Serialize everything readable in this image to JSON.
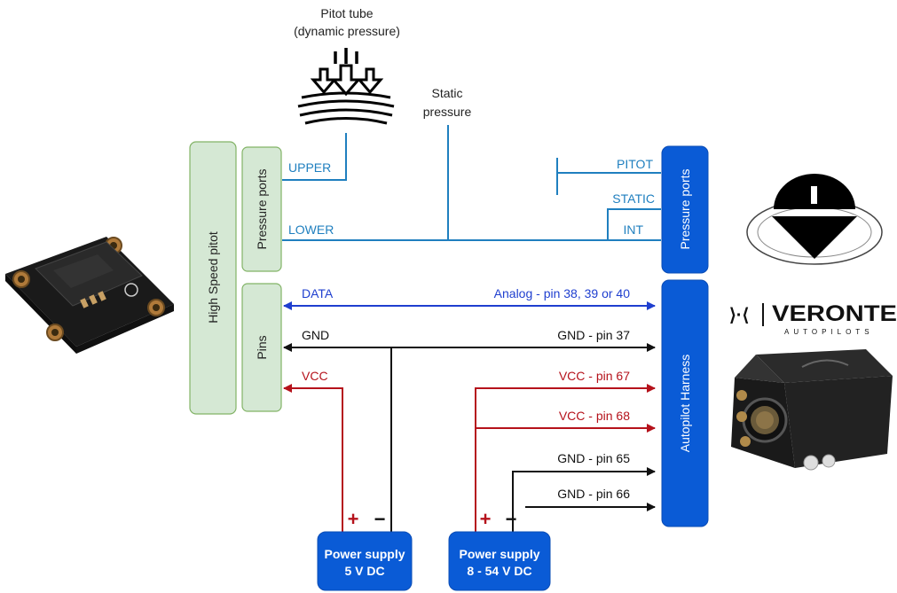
{
  "pitot": {
    "line1": "Pitot tube",
    "line2": "(dynamic pressure)"
  },
  "static_pressure": {
    "line1": "Static",
    "line2": "pressure"
  },
  "sensor": {
    "title": "High Speed pitot",
    "ports_label": "Pressure ports",
    "pins_label": "Pins",
    "upper": "UPPER",
    "lower": "LOWER"
  },
  "autopilot": {
    "ports_label": "Pressure ports",
    "harness_label": "Autopilot Harness",
    "pitot": "PITOT",
    "static": "STATIC",
    "int": "INT"
  },
  "signals": {
    "data": "DATA",
    "gnd": "GND",
    "vcc": "VCC",
    "analog": "Analog - pin 38, 39 or 40",
    "gnd37": "GND - pin 37",
    "vcc67": "VCC - pin 67",
    "vcc68": "VCC - pin 68",
    "gnd65": "GND - pin 65",
    "gnd66": "GND - pin 66"
  },
  "power_supplies": [
    {
      "line1": "Power supply",
      "line2": "5 V DC",
      "plus": "+",
      "minus": "−"
    },
    {
      "line1": "Power supply",
      "line2": "8 - 54 V DC",
      "plus": "+",
      "minus": "−"
    }
  ],
  "brand": {
    "logo_text": "VERONTE",
    "tagline": "AUTOPILOTS",
    "mark": "⟩·⟨"
  },
  "colors": {
    "pressure_line": "#1f7fbf",
    "data_line": "#1f3fcf",
    "gnd_line": "#111111",
    "vcc_line": "#b5121b",
    "green_fill": "#d5e8d4",
    "green_stroke": "#82b366",
    "blue_box": "#0a5bd6"
  }
}
